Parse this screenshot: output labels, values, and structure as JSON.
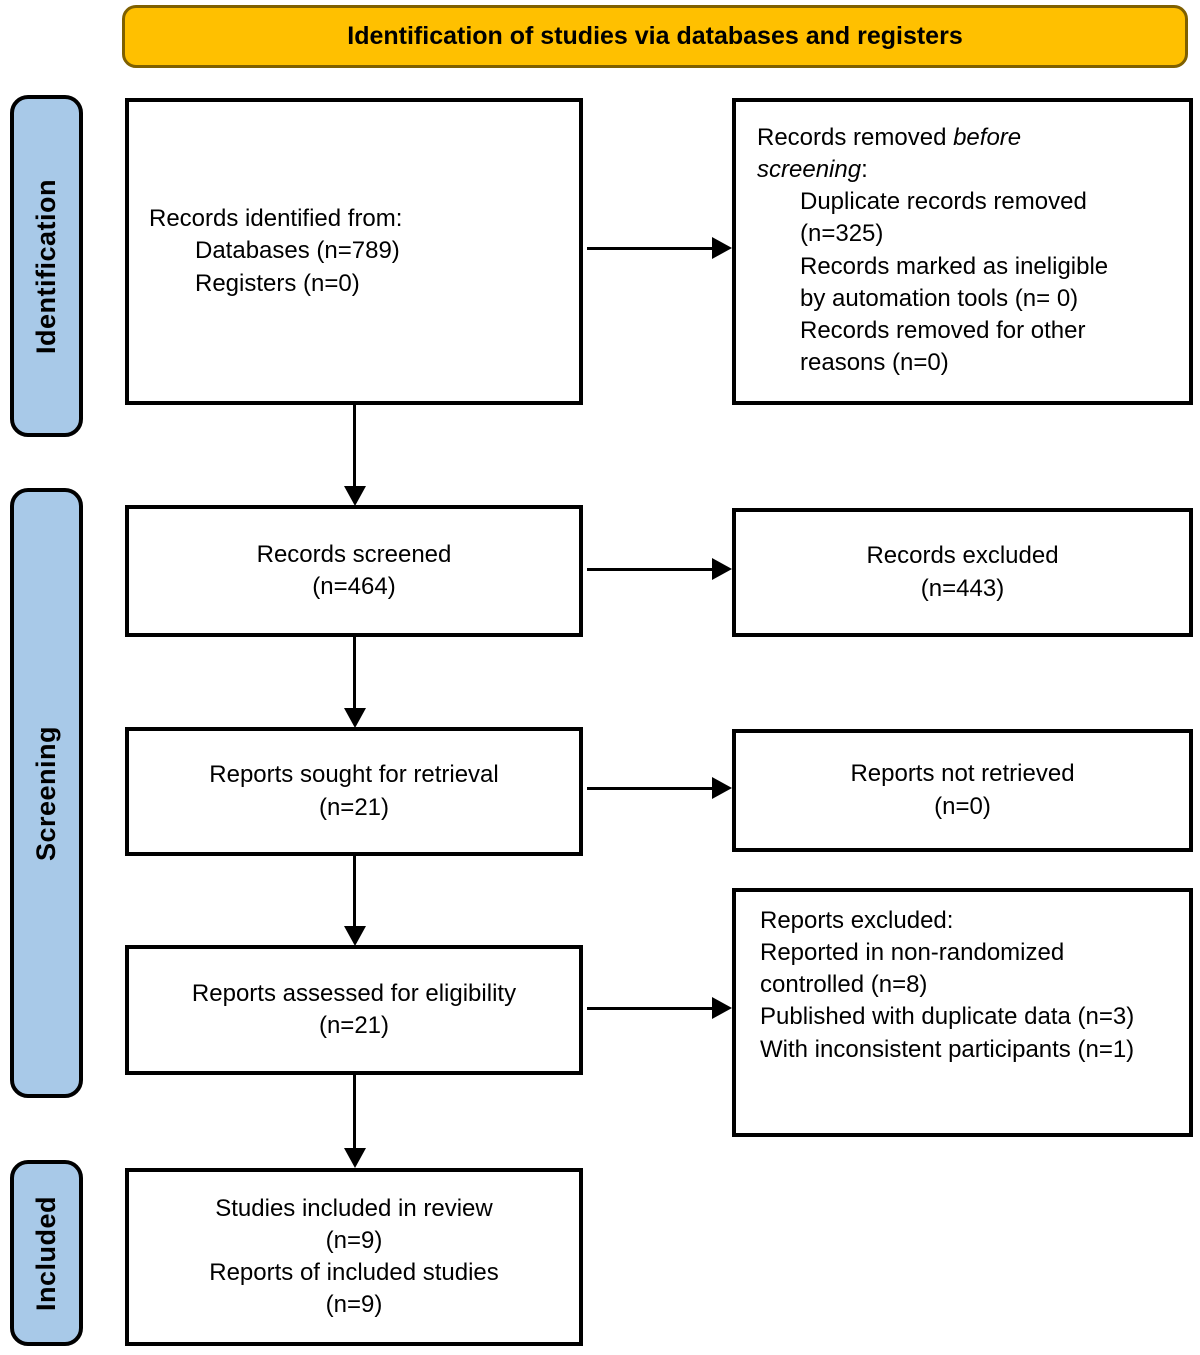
{
  "banner": {
    "label": "Identification of studies via databases and registers"
  },
  "stages": [
    {
      "label": "Identification"
    },
    {
      "label": "Screening"
    },
    {
      "label": "Included"
    }
  ],
  "colors": {
    "stage_fill": "#A8C9E8",
    "banner_fill": "#FFC000",
    "banner_border": "#7F6000",
    "box_border": "#000000"
  },
  "boxes": {
    "identified": {
      "title": "Records identified from:",
      "items": [
        "Databases (n=789)",
        "Registers (n=0)"
      ]
    },
    "removed": {
      "line1_normal": "Records removed ",
      "line1_italic": "before",
      "line2_italic": "screening",
      "line2_normal": ":",
      "items": [
        "Duplicate records removed (n=325)",
        "Records marked as ineligible by automation tools (n= 0)",
        "Records removed for other reasons (n=0)"
      ]
    },
    "screened": {
      "lines": [
        "Records screened",
        "(n=464)"
      ]
    },
    "excluded": {
      "lines": [
        "Records excluded",
        "(n=443)"
      ]
    },
    "sought": {
      "lines": [
        "Reports sought for retrieval",
        "(n=21)"
      ]
    },
    "not_retrieved": {
      "lines": [
        "Reports not retrieved",
        "(n=0)"
      ]
    },
    "assessed": {
      "lines": [
        "Reports assessed for eligibility",
        "(n=21)"
      ]
    },
    "reports_excluded": {
      "title": "Reports excluded:",
      "items": [
        "Reported in non-randomized controlled (n=8)",
        "Published with duplicate data (n=3)",
        "With inconsistent participants (n=1)"
      ]
    },
    "included": {
      "lines": [
        "Studies included in review",
        "(n=9)",
        "Reports of included studies",
        "(n=9)"
      ]
    }
  }
}
